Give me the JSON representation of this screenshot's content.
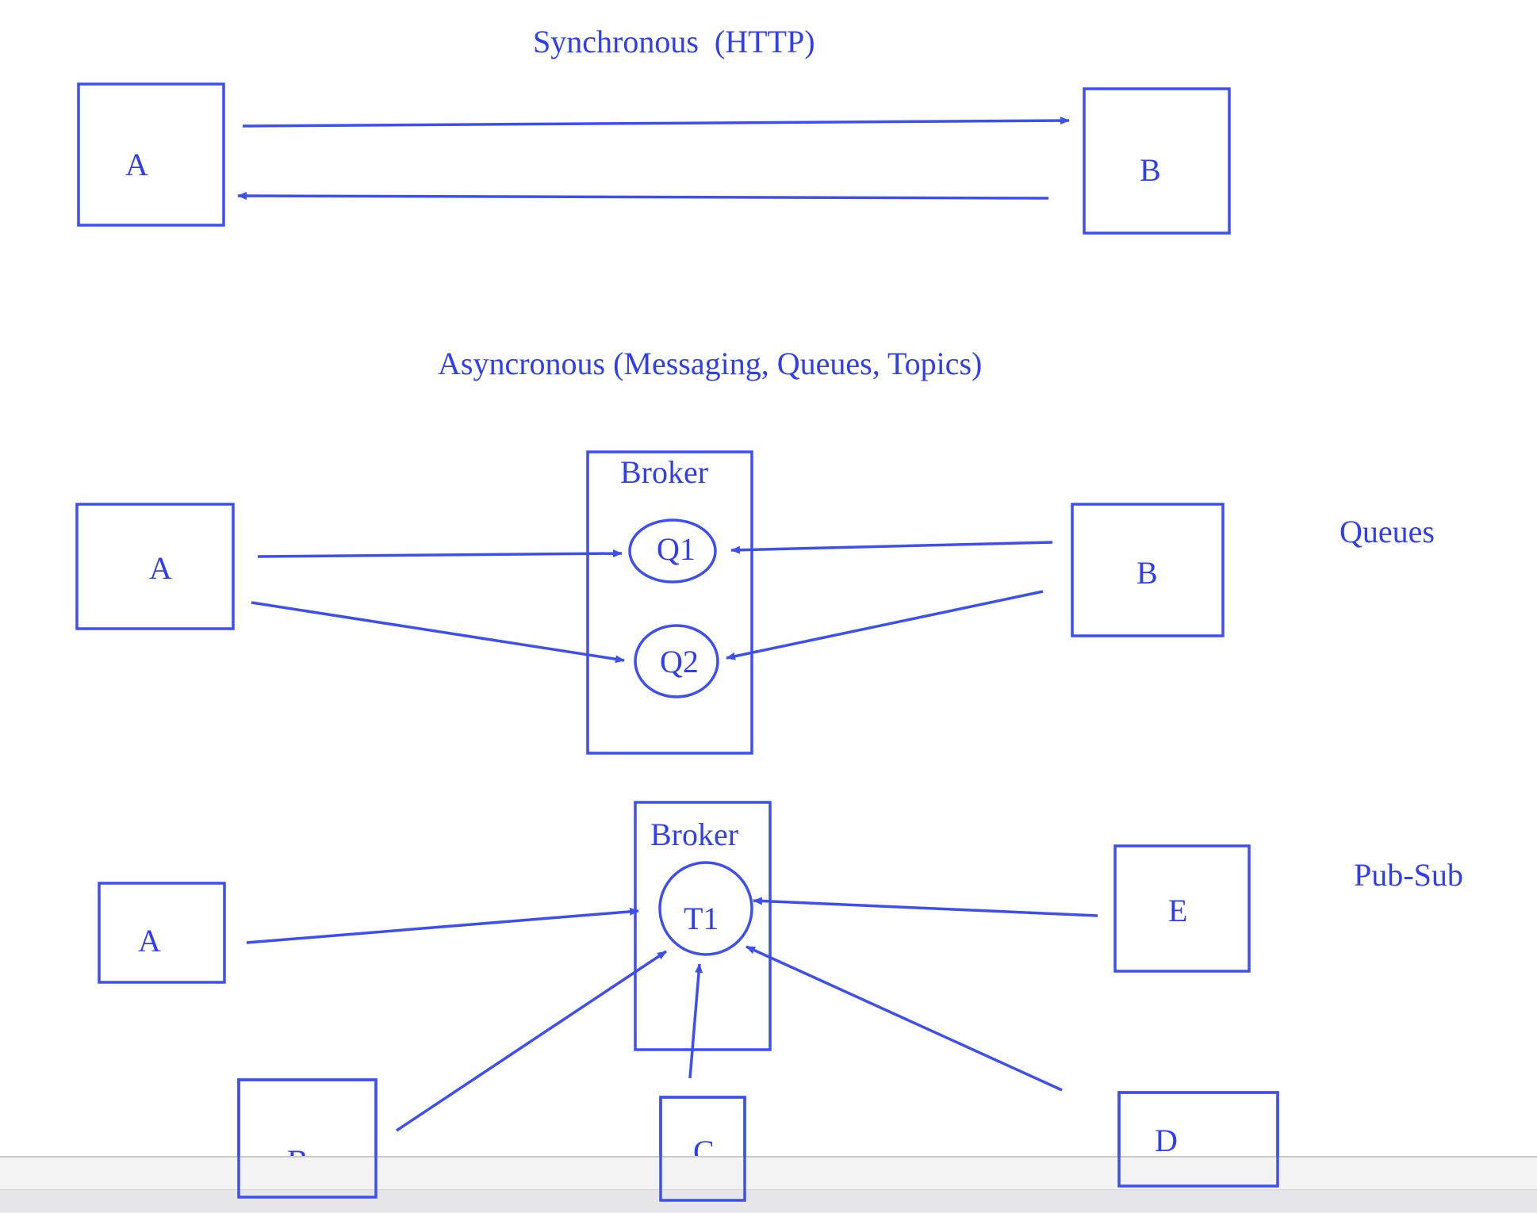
{
  "colors": {
    "stroke": "#3e4ff0",
    "text": "#2f3ff0",
    "background": "#ffffff",
    "footer": "#f3f3f4"
  },
  "sync": {
    "title": "Synchronous  (HTTP)",
    "a_label": "A",
    "b_label": "B"
  },
  "async": {
    "title": "Asyncronous (Messaging, Queues, Topics)"
  },
  "queues": {
    "section_label": "Queues",
    "broker_label": "Broker",
    "a_label": "A",
    "b_label": "B",
    "q1_label": "Q1",
    "q2_label": "Q2"
  },
  "pubsub": {
    "section_label": "Pub-Sub",
    "broker_label": "Broker",
    "topic_label": "T1",
    "a_label": "A",
    "b_label": "B",
    "c_label": "C",
    "d_label": "D",
    "e_label": "E"
  }
}
